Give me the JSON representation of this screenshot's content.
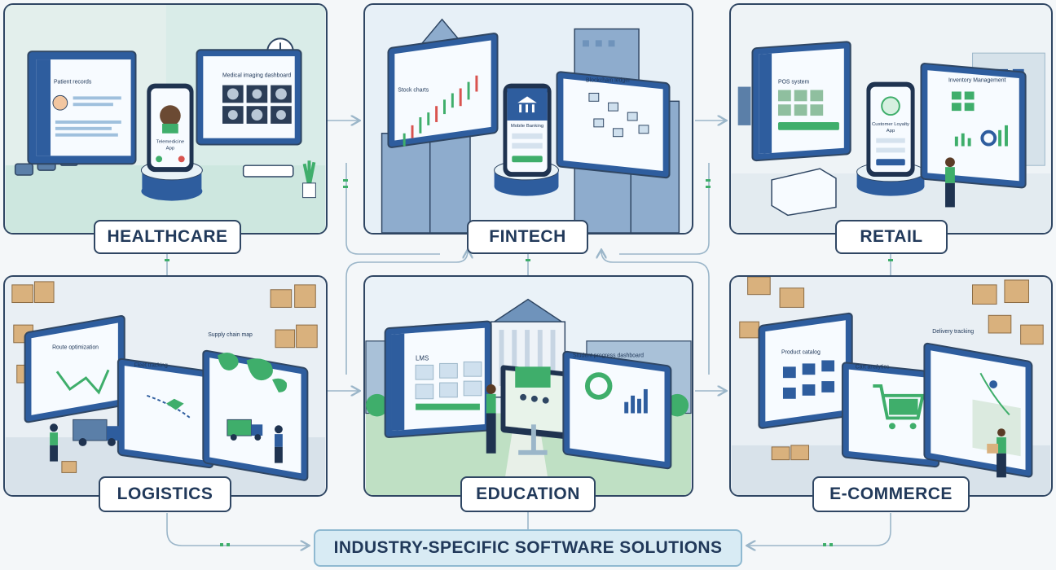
{
  "panels": {
    "healthcare": {
      "label": "HEALTHCARE",
      "screens": {
        "patient_records": "Patient records",
        "telemedicine_app_line1": "Telemedicine",
        "telemedicine_app_line2": "App",
        "medical_imaging": "Medical imaging dashboard"
      }
    },
    "fintech": {
      "label": "FINTECH",
      "screens": {
        "stock_charts": "Stock charts",
        "mobile_banking": "Mobile Banking",
        "blockchain_ledger": "Blockchain ledger"
      }
    },
    "retail": {
      "label": "RETAIL",
      "screens": {
        "pos_system": "POS system",
        "loyalty_app_line1": "Customer Loyalty",
        "loyalty_app_line2": "App",
        "inventory_management": "Inventory Management"
      }
    },
    "logistics": {
      "label": "LOGISTICS",
      "screens": {
        "route_optimization": "Route optimization",
        "fleet_tracking": "Fleet tracking",
        "supply_chain_map": "Supply chain map"
      }
    },
    "education": {
      "label": "EDUCATION",
      "screens": {
        "lms": "LMS",
        "student_progress": "Student progress dashboard"
      }
    },
    "ecommerce": {
      "label": "E-COMMERCE",
      "screens": {
        "product_catalog": "Product catalog",
        "cart_analytics": "Cart analytics",
        "delivery_tracking": "Delivery tracking"
      }
    }
  },
  "banner": "INDUSTRY-SPECIFIC SOFTWARE SOLUTIONS",
  "colors": {
    "navy": "#2f4663",
    "screen_blue": "#2e5d9e",
    "accent_green": "#3fae6b",
    "connector": "#9bb6c9"
  }
}
